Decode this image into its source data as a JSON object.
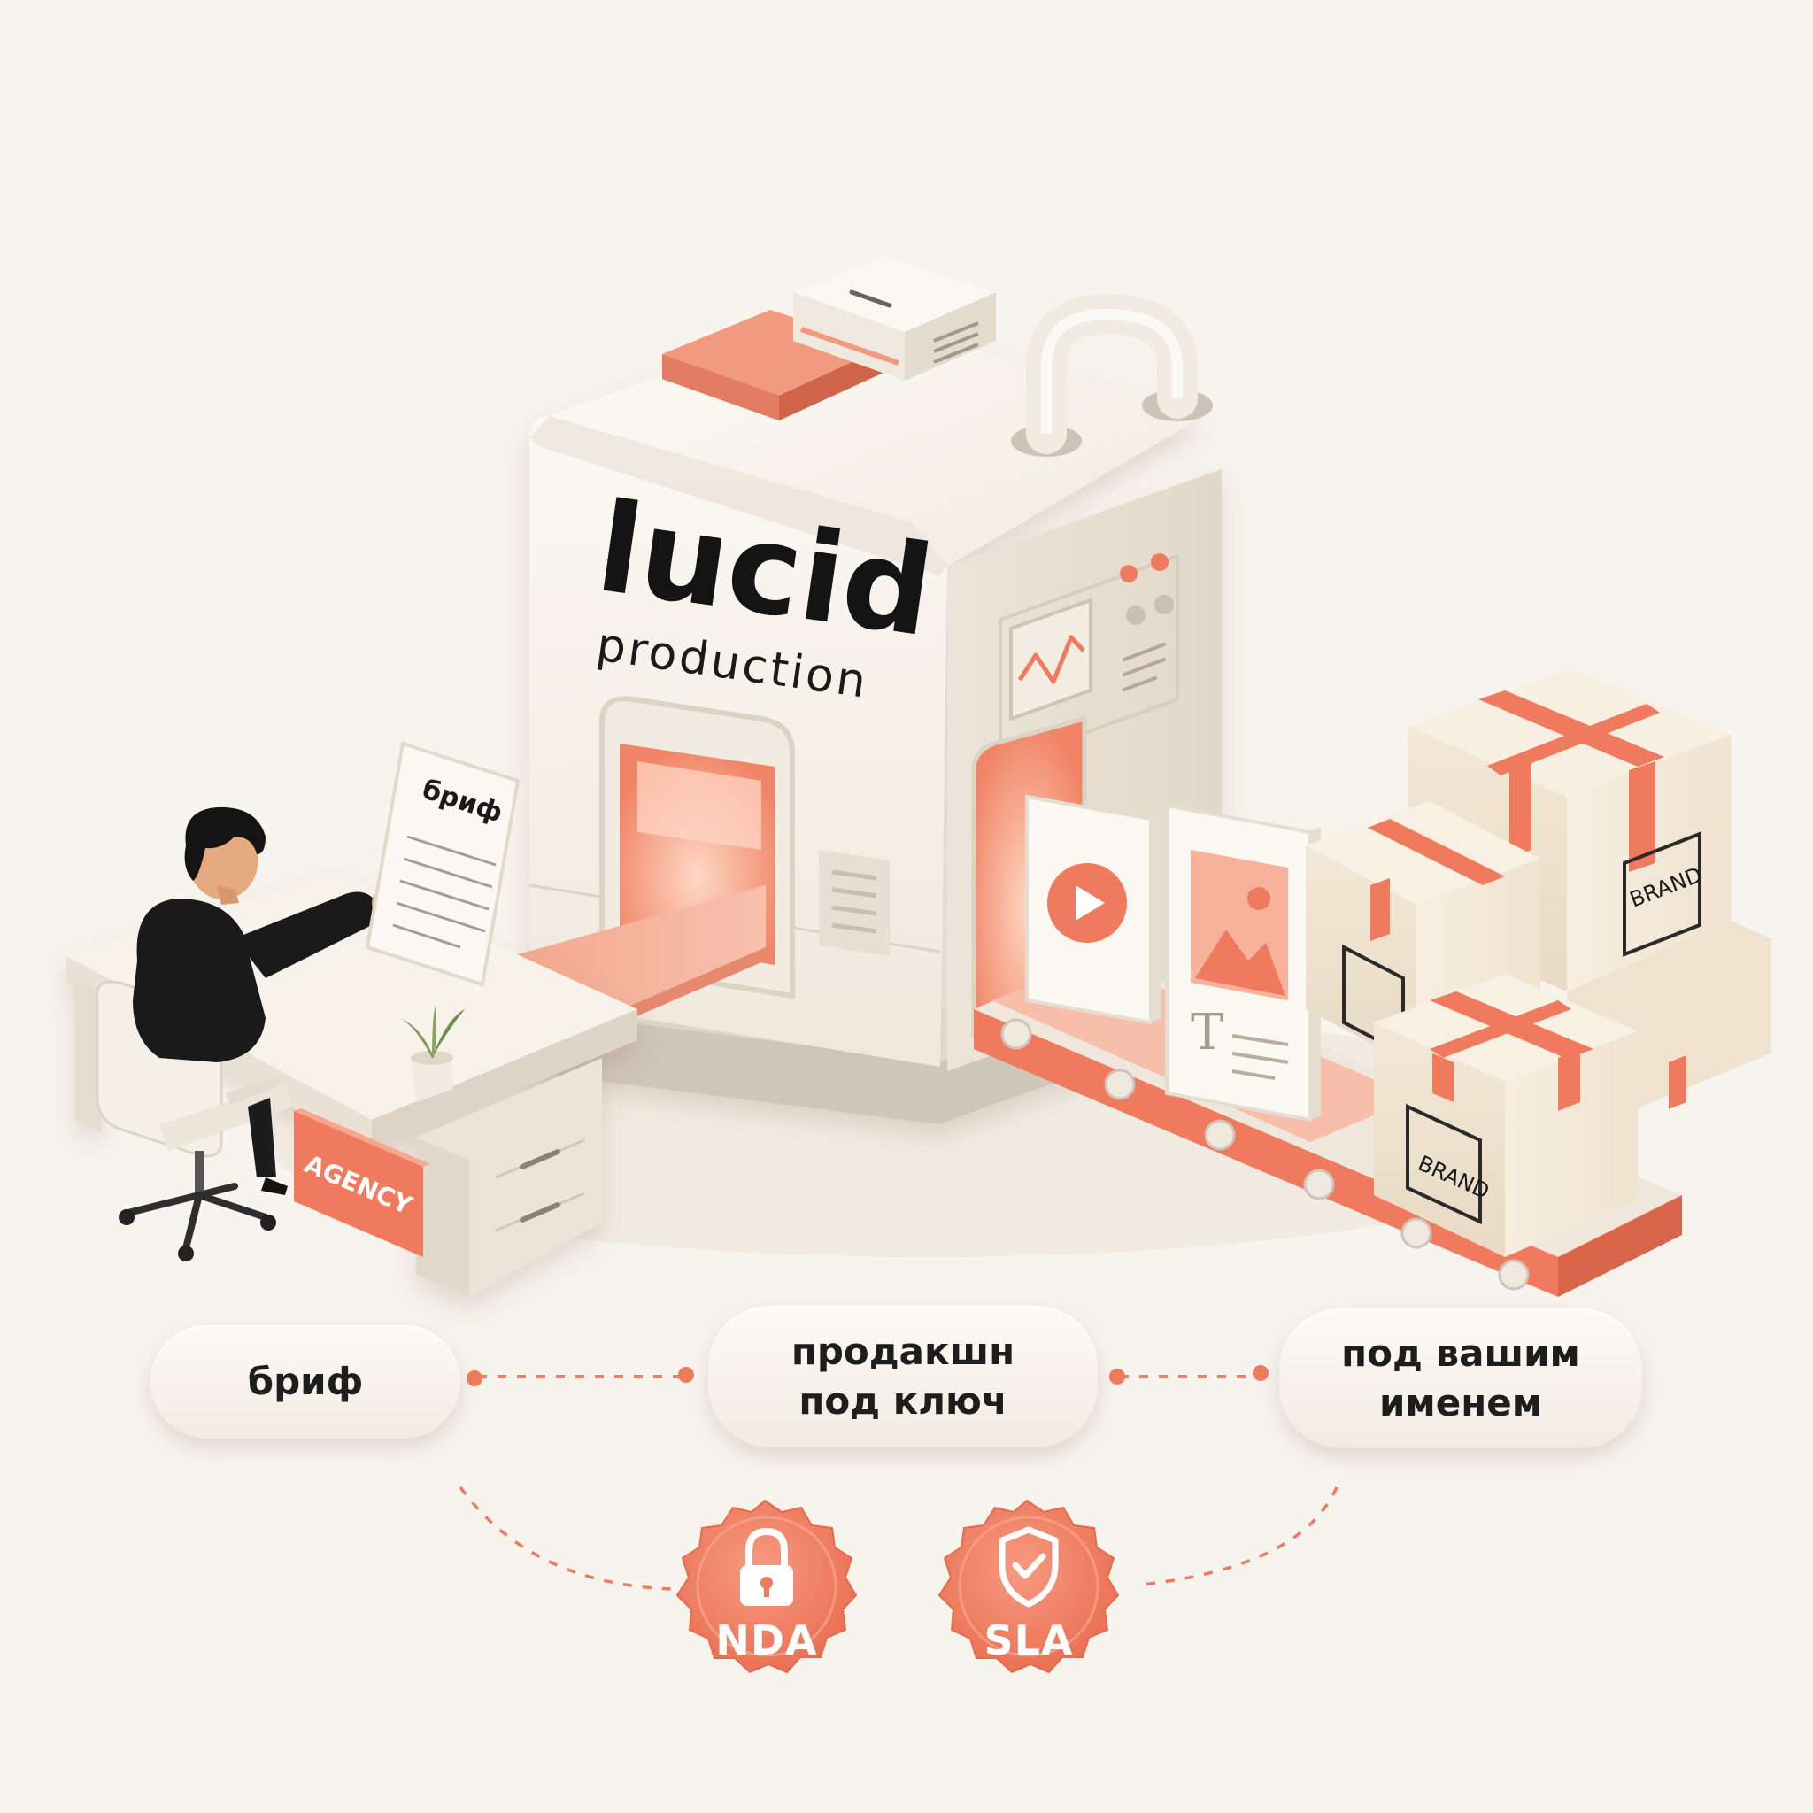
{
  "machine": {
    "logo_word": "lucid",
    "logo_sub": "production"
  },
  "paper": {
    "label": "бриф"
  },
  "desk": {
    "agency_label": "AGENCY"
  },
  "boxes": {
    "brand_label": "BRAND"
  },
  "steps": [
    {
      "line1": "бриф",
      "line2": ""
    },
    {
      "line1": "продакшн",
      "line2": "под ключ"
    },
    {
      "line1": "под вашим",
      "line2": "именем"
    }
  ],
  "seals": [
    {
      "label": "NDA",
      "icon": "lock-icon"
    },
    {
      "label": "SLA",
      "icon": "shield-check-icon"
    }
  ],
  "colors": {
    "accent": "#ef7a5e",
    "accent_light": "#f6a68d",
    "cream": "#f5efe6",
    "box": "#efe3cf",
    "dark": "#1a1a1a"
  }
}
